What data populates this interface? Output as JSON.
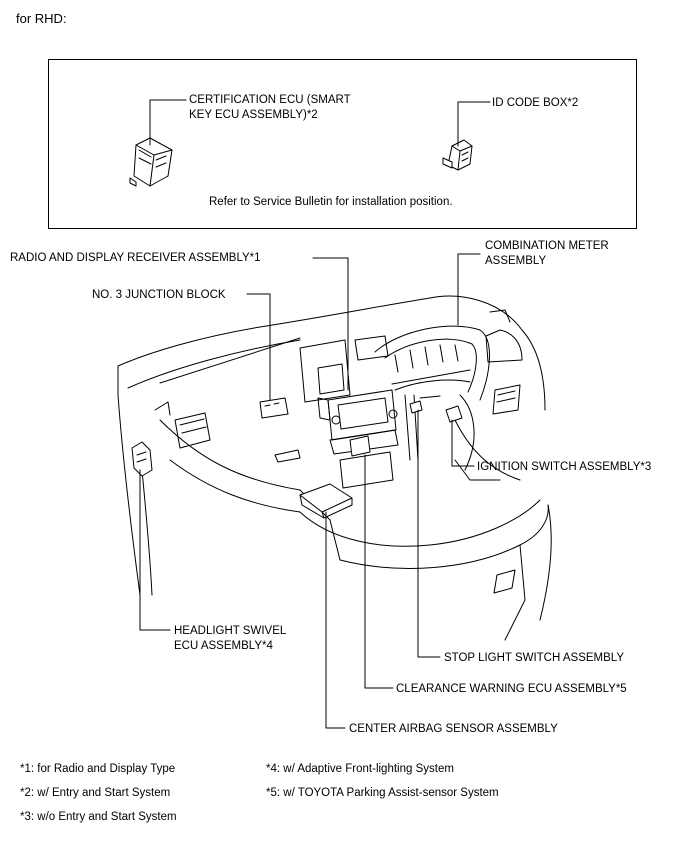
{
  "header": {
    "title": "for RHD:"
  },
  "inset": {
    "note": "Refer to Service Bulletin for installation position.",
    "certification_ecu": "CERTIFICATION ECU (SMART\nKEY ECU ASSEMBLY)*2",
    "id_code_box": "ID CODE BOX*2"
  },
  "labels": {
    "radio_display": "RADIO AND DISPLAY RECEIVER ASSEMBLY*1",
    "combination_meter": "COMBINATION METER\nASSEMBLY",
    "junction_block": "NO. 3 JUNCTION BLOCK",
    "ignition_switch": "IGNITION SWITCH ASSEMBLY*3",
    "headlight_swivel": "HEADLIGHT SWIVEL\nECU ASSEMBLY*4",
    "stop_light": "STOP LIGHT SWITCH ASSEMBLY",
    "clearance_warning": "CLEARANCE WARNING ECU ASSEMBLY*5",
    "center_airbag": "CENTER AIRBAG SENSOR ASSEMBLY"
  },
  "footnotes": {
    "n1": "*1: for Radio and Display Type",
    "n2": "*2: w/ Entry and Start System",
    "n3": "*3: w/o Entry and Start System",
    "n4": "*4: w/ Adaptive Front-lighting System",
    "n5": "*5: w/ TOYOTA Parking Assist-sensor System"
  }
}
